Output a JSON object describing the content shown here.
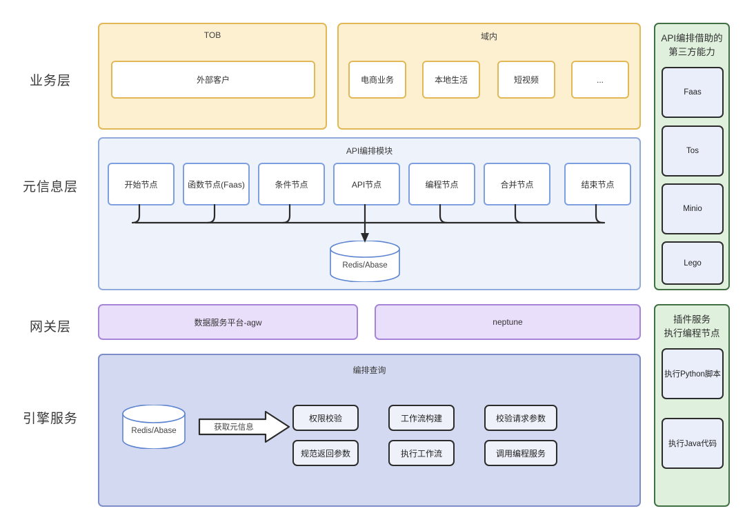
{
  "layers": [
    {
      "key": "business",
      "label": "业务层"
    },
    {
      "key": "meta",
      "label": "元信息层"
    },
    {
      "key": "gateway",
      "label": "网关层"
    },
    {
      "key": "engine",
      "label": "引擎服务"
    }
  ],
  "business": {
    "groups": [
      {
        "title": "TOB",
        "items": [
          {
            "label": "外部客户"
          }
        ]
      },
      {
        "title": "域内",
        "items": [
          {
            "label": "电商业务"
          },
          {
            "label": "本地生活"
          },
          {
            "label": "短视频"
          },
          {
            "label": "..."
          }
        ]
      }
    ]
  },
  "meta": {
    "title": "API编排模块",
    "nodes": [
      {
        "label": "开始节点"
      },
      {
        "label": "函数节点(Faas)"
      },
      {
        "label": "条件节点"
      },
      {
        "label": "API节点"
      },
      {
        "label": "编程节点"
      },
      {
        "label": "合并节点"
      },
      {
        "label": "结束节点"
      }
    ],
    "store": {
      "label": "Redis/Abase"
    }
  },
  "gateway": {
    "boxes": [
      {
        "label": "数据服务平台-agw"
      },
      {
        "label": "neptune"
      }
    ]
  },
  "engine": {
    "title": "编排查询",
    "store": {
      "label": "Redis/Abase"
    },
    "arrow_label": "获取元信息",
    "capabilities": [
      {
        "label": "权限校验"
      },
      {
        "label": "工作流构建"
      },
      {
        "label": "校验请求参数"
      },
      {
        "label": "规范返回参数"
      },
      {
        "label": "执行工作流"
      },
      {
        "label": "调用编程服务"
      }
    ]
  },
  "side_panels": [
    {
      "title_line1": "API编排借助的",
      "title_line2": "第三方能力",
      "items": [
        {
          "label": "Faas"
        },
        {
          "label": "Tos"
        },
        {
          "label": "Minio"
        },
        {
          "label": "Lego"
        }
      ]
    },
    {
      "title_line1": "插件服务",
      "title_line2": "执行编程节点",
      "items": [
        {
          "label": "执行Python脚本"
        },
        {
          "label": "执行Java代码"
        }
      ]
    }
  ],
  "colors": {
    "business_fill": "#fdf0d0",
    "business_border": "#e2b857",
    "meta_fill": "#eef2fb",
    "meta_border": "#8fa9db",
    "node_border": "#7d9fe0",
    "gateway_fill": "#eadffb",
    "gateway_border": "#a684d8",
    "engine_fill": "#d3d9f0",
    "engine_border": "#7b8cc9",
    "green_fill": "#dff0dd",
    "green_border": "#3f6f43",
    "connector": "#2b2b2b"
  }
}
